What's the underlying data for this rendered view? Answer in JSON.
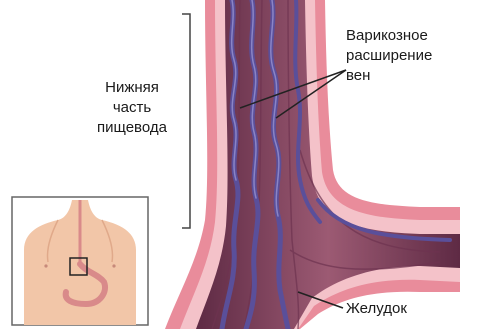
{
  "labels": {
    "lower_esophagus": [
      "Нижняя",
      "часть",
      "пищевода"
    ],
    "varicose_veins": [
      "Варикозное",
      "расширение",
      "вен"
    ],
    "stomach": "Желудок"
  },
  "colors": {
    "outer_wall": "#e98c9b",
    "wall_light": "#f4c2c9",
    "lumen": "#8c4b63",
    "mucosa_dark": "#6e3350",
    "vein": "#5a4f9a",
    "vein_light": "#8a84c6",
    "skin": "#f2c6a8",
    "stomach_icon": "#d98a8a"
  },
  "icons": [
    "torso-thumbnail",
    "stomach-outline",
    "bracket-line",
    "pointer-lines"
  ]
}
